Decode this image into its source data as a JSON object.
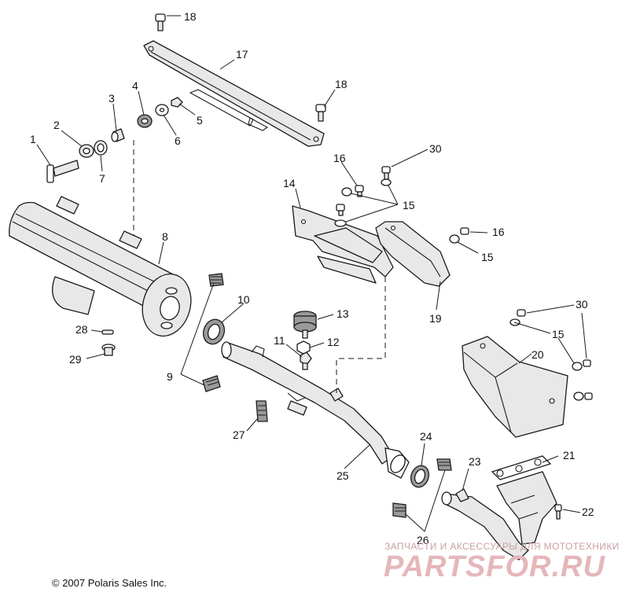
{
  "callouts": {
    "c1": "1",
    "c2": "2",
    "c3": "3",
    "c4": "4",
    "c5": "5",
    "c6": "6",
    "c7": "7",
    "c8": "8",
    "c9": "9",
    "c10": "10",
    "c11": "11",
    "c12": "12",
    "c13": "13",
    "c14": "14",
    "c15a": "15",
    "c15b": "15",
    "c15c": "15",
    "c16a": "16",
    "c16b": "16",
    "c17": "17",
    "c18a": "18",
    "c18b": "18",
    "c19": "19",
    "c20": "20",
    "c21": "21",
    "c22": "22",
    "c23": "23",
    "c24": "24",
    "c25": "25",
    "c26": "26",
    "c27": "27",
    "c28": "28",
    "c29": "29",
    "c30a": "30",
    "c30b": "30"
  },
  "copyright": "© 2007 Polaris Sales Inc.",
  "watermark": {
    "tagline": "ЗАПЧАСТИ И АКСЕССУАРЫ ДЛЯ МОТОТЕХНИКИ",
    "logo": "PARTSFOR.RU"
  }
}
